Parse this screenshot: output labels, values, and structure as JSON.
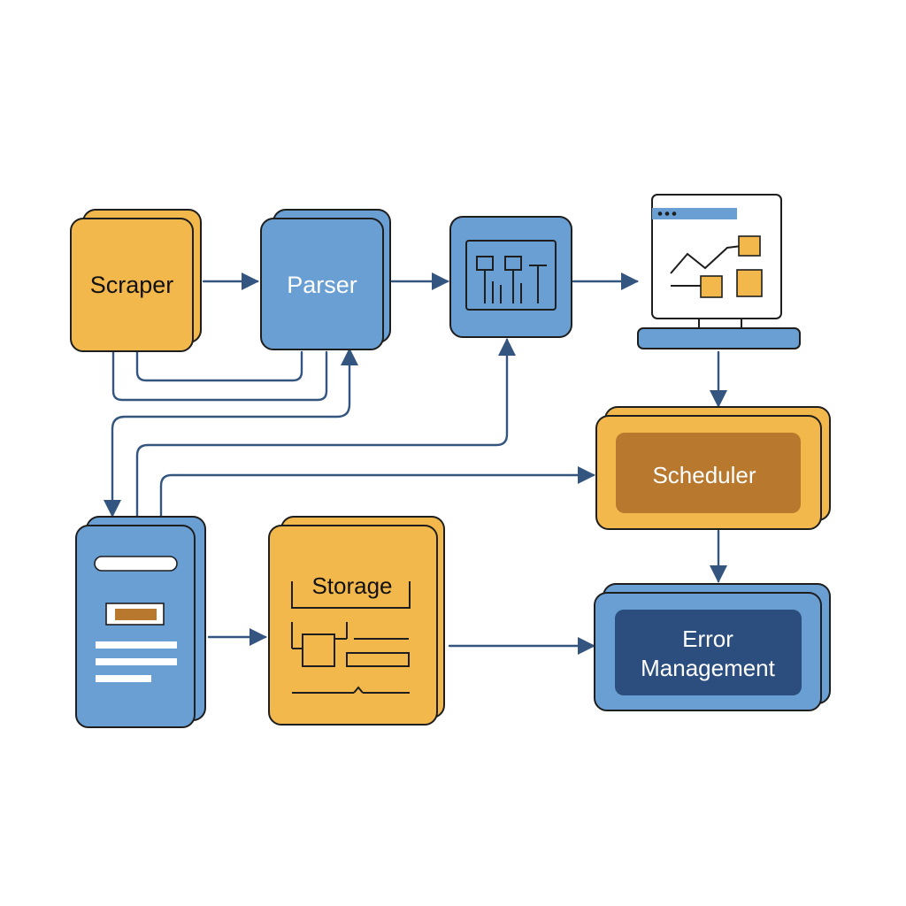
{
  "nodes": {
    "scraper": {
      "label": "Scraper"
    },
    "parser": {
      "label": "Parser"
    },
    "scheduler": {
      "label": "Scheduler"
    },
    "storage": {
      "label": "Storage"
    },
    "error": {
      "line1": "Error",
      "line2": "Management"
    }
  },
  "colors": {
    "yellow": "#F2B84B",
    "blue": "#6A9FD4",
    "darkblue": "#2B4E7E",
    "brown": "#B8782E",
    "outline": "#1E1E1E",
    "arrow": "#33557F"
  }
}
